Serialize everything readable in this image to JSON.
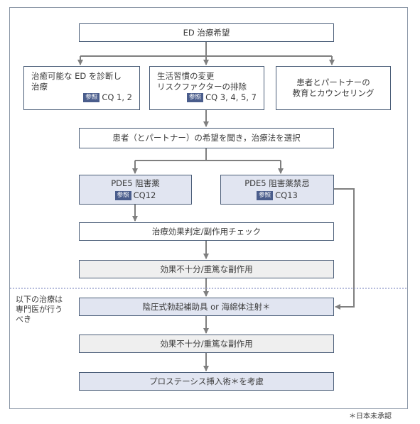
{
  "nodes": {
    "ed_wish": "ED 治療希望",
    "diagnose": {
      "line1": "治癒可能な ED を診断し",
      "line2": "治療",
      "ref_tag": "参照",
      "ref": "CQ 1, 2"
    },
    "lifestyle": {
      "line1": "生活習慣の変更",
      "line2": "リスクファクターの排除",
      "ref_tag": "参照",
      "ref": "CQ 3, 4, 5, 7"
    },
    "education": {
      "line1": "患者とパートナーの",
      "line2": "教育とカウンセリング"
    },
    "select": "患者（とパートナー）の希望を聞き，治療法を選択",
    "pde5": {
      "title": "PDE5 阻害薬",
      "ref_tag": "参照",
      "ref": "CQ12"
    },
    "pde5_contra": {
      "title": "PDE5 阻害薬禁忌",
      "ref_tag": "参照",
      "ref": "CQ13"
    },
    "check": "治療効果判定/副作用チェック",
    "insufficient1": "効果不十分/重篤な副作用",
    "vacuum": "陰圧式勃起補助具 or 海綿体注射＊",
    "insufficient2": "効果不十分/重篤な副作用",
    "prosthesis": "プロステーシス挿入術＊を考慮"
  },
  "side_note": "以下の治療は\n専門医が行う\nべき",
  "footnote": "＊日本未承認",
  "colors": {
    "border": "#4a5d78",
    "arrow": "#7f7f7f",
    "dotted": "#8b95c8",
    "ref_tag": "#4a5d8c",
    "blue_fill": "#e1e5f1",
    "gray_fill": "#efefef"
  }
}
